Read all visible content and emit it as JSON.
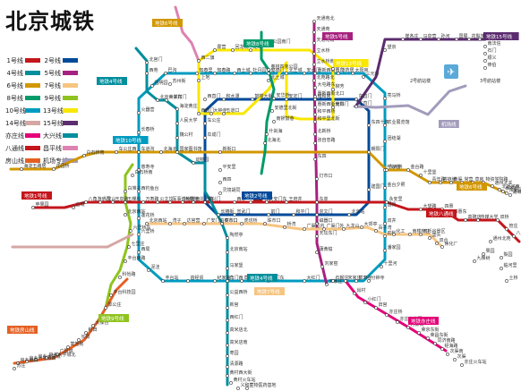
{
  "title": "北京城铁",
  "legend": [
    {
      "label": "1号线",
      "color": "#c4161c"
    },
    {
      "label": "2号线",
      "color": "#004a9a"
    },
    {
      "label": "4号线",
      "color": "#008e9c"
    },
    {
      "label": "5号线",
      "color": "#a6217f"
    },
    {
      "label": "6号线",
      "color": "#d29700"
    },
    {
      "label": "7号线",
      "color": "#f6c582"
    },
    {
      "label": "8号线",
      "color": "#009b6b"
    },
    {
      "label": "9号线",
      "color": "#8fc31f"
    },
    {
      "label": "10号线",
      "color": "#009bc0"
    },
    {
      "label": "13号线",
      "color": "#f9e700"
    },
    {
      "label": "14号线",
      "color": "#d4a7a3"
    },
    {
      "label": "15号线",
      "color": "#5b2c6f"
    },
    {
      "label": "亦庄线",
      "color": "#e40077"
    },
    {
      "label": "大兴线",
      "color": "#008e9c"
    },
    {
      "label": "八通线",
      "color": "#c4161c"
    },
    {
      "label": "昌平线",
      "color": "#de82b2"
    },
    {
      "label": "房山线",
      "color": "#e46022"
    },
    {
      "label": "机场专线",
      "color": "#a29bbb"
    }
  ],
  "line_tags": [
    {
      "id": "t1",
      "text": "地铁6号线",
      "color": "#d29700"
    },
    {
      "id": "t2",
      "text": "地铁8号线",
      "color": "#009b6b"
    },
    {
      "id": "t3",
      "text": "地铁5号线",
      "color": "#a6217f"
    },
    {
      "id": "t4",
      "text": "地铁13号线",
      "color": "#f9e700"
    },
    {
      "id": "t5",
      "text": "地铁15号线",
      "color": "#5b2c6f"
    },
    {
      "id": "t6",
      "text": "地铁4号线",
      "color": "#008e9c"
    },
    {
      "id": "t7",
      "text": "地铁10号线",
      "color": "#009bc0"
    },
    {
      "id": "t8",
      "text": "地铁6号线",
      "color": "#d29700"
    },
    {
      "id": "t9",
      "text": "地铁2号线",
      "color": "#004a9a"
    },
    {
      "id": "t10",
      "text": "地铁1号线",
      "color": "#c4161c"
    },
    {
      "id": "t11",
      "text": "地铁6号线",
      "color": "#d29700"
    },
    {
      "id": "t12",
      "text": "地铁八通线",
      "color": "#c4161c"
    },
    {
      "id": "t13",
      "text": "地铁9号线",
      "color": "#8fc31f"
    },
    {
      "id": "t14",
      "text": "地铁4号线",
      "color": "#008e9c"
    },
    {
      "id": "t15",
      "text": "地铁7号线",
      "color": "#f6c582"
    },
    {
      "id": "t16",
      "text": "地铁房山线",
      "color": "#e46022"
    },
    {
      "id": "t17",
      "text": "地铁亦庄线",
      "color": "#e40077"
    },
    {
      "id": "t18",
      "text": "机场线",
      "color": "#a29bbb"
    }
  ],
  "airport": {
    "t2": "2号航站楼",
    "t3": "3号航站楼"
  },
  "stations": [
    {
      "id": "s1",
      "name": "西直门"
    },
    {
      "id": "s2",
      "name": "积水潭"
    },
    {
      "id": "s3",
      "name": "鼓楼大街"
    },
    {
      "id": "s4",
      "name": "安定门"
    },
    {
      "id": "s5",
      "name": "雍和宫"
    },
    {
      "id": "s6",
      "name": "东直门"
    },
    {
      "id": "s7",
      "name": "东四十条"
    },
    {
      "id": "s8",
      "name": "朝阳门"
    },
    {
      "id": "s9",
      "name": "建国门"
    },
    {
      "id": "s10",
      "name": "北京站"
    },
    {
      "id": "s11",
      "name": "崇文门"
    },
    {
      "id": "s12",
      "name": "前门"
    },
    {
      "id": "s13",
      "name": "和平门"
    },
    {
      "id": "s14",
      "name": "宣武门"
    },
    {
      "id": "s15",
      "name": "长椿街"
    },
    {
      "id": "s16",
      "name": "复兴门"
    },
    {
      "id": "s17",
      "name": "阜成门"
    },
    {
      "id": "s18",
      "name": "车公庄"
    },
    {
      "id": "s19",
      "name": "西单"
    },
    {
      "id": "s20",
      "name": "天安门西"
    },
    {
      "id": "s21",
      "name": "天安门东"
    },
    {
      "id": "s22",
      "name": "王府井"
    },
    {
      "id": "s23",
      "name": "东单"
    },
    {
      "id": "s24",
      "name": "永安里"
    },
    {
      "id": "s25",
      "name": "国贸"
    },
    {
      "id": "s26",
      "name": "大望路"
    },
    {
      "id": "s27",
      "name": "四惠"
    },
    {
      "id": "s28",
      "name": "四惠东"
    },
    {
      "id": "s29",
      "name": "高碑店"
    },
    {
      "id": "s30",
      "name": "传媒大学"
    },
    {
      "id": "s31",
      "name": "双桥"
    },
    {
      "id": "s32",
      "name": "管庄"
    },
    {
      "id": "s33",
      "name": "八里桥"
    },
    {
      "id": "s34",
      "name": "通州北苑"
    },
    {
      "id": "s35",
      "name": "果园"
    },
    {
      "id": "s36",
      "name": "九棵树"
    },
    {
      "id": "s37",
      "name": "梨园"
    },
    {
      "id": "s38",
      "name": "临河里"
    },
    {
      "id": "s39",
      "name": "土桥"
    },
    {
      "id": "s40",
      "name": "南礼士路"
    },
    {
      "id": "s41",
      "name": "木樨地"
    },
    {
      "id": "s42",
      "name": "军事博物馆"
    },
    {
      "id": "s43",
      "name": "公主坟"
    },
    {
      "id": "s44",
      "name": "万寿路"
    },
    {
      "id": "s45",
      "name": "五棵松"
    },
    {
      "id": "s46",
      "name": "玉泉路"
    },
    {
      "id": "s47",
      "name": "八宝山"
    },
    {
      "id": "s48",
      "name": "八角游乐园"
    },
    {
      "id": "s49",
      "name": "古城"
    },
    {
      "id": "s50",
      "name": "苹果园"
    },
    {
      "id": "s51",
      "name": "西苑"
    },
    {
      "id": "s52",
      "name": "北宫门"
    },
    {
      "id": "s53",
      "name": "圆明园"
    },
    {
      "id": "s54",
      "name": "北京大学东门"
    },
    {
      "id": "s55",
      "name": "中关村"
    },
    {
      "id": "s56",
      "name": "海淀黄庄"
    },
    {
      "id": "s57",
      "name": "人民大学"
    },
    {
      "id": "s58",
      "name": "魏公村"
    },
    {
      "id": "s59",
      "name": "国家图书馆"
    },
    {
      "id": "s60",
      "name": "动物园"
    },
    {
      "id": "s61",
      "name": "新街口"
    },
    {
      "id": "s62",
      "name": "平安里"
    },
    {
      "id": "s63",
      "name": "西四"
    },
    {
      "id": "s64",
      "name": "灵境胡同"
    },
    {
      "id": "s65",
      "name": "菜市口"
    },
    {
      "id": "s66",
      "name": "陶然亭"
    },
    {
      "id": "s67",
      "name": "北京南站"
    },
    {
      "id": "s68",
      "name": "马家堡"
    },
    {
      "id": "s69",
      "name": "角门西"
    },
    {
      "id": "s70",
      "name": "公益西桥"
    },
    {
      "id": "s71",
      "name": "新宫"
    },
    {
      "id": "s72",
      "name": "西红门"
    },
    {
      "id": "s73",
      "name": "高米店北"
    },
    {
      "id": "s74",
      "name": "高米店南"
    },
    {
      "id": "s75",
      "name": "枣园"
    },
    {
      "id": "s76",
      "name": "清源路"
    },
    {
      "id": "s77",
      "name": "黄村西大街"
    },
    {
      "id": "s78",
      "name": "黄村火车站"
    },
    {
      "id": "s79",
      "name": "义和庄"
    },
    {
      "id": "s80",
      "name": "生物医药基地"
    },
    {
      "id": "s81",
      "name": "天通苑北"
    },
    {
      "id": "s82",
      "name": "天通苑"
    },
    {
      "id": "s83",
      "name": "天通苑南"
    },
    {
      "id": "s84",
      "name": "立水桥"
    },
    {
      "id": "s85",
      "name": "立水桥南"
    },
    {
      "id": "s86",
      "name": "北苑路北"
    },
    {
      "id": "s87",
      "name": "大屯路东"
    },
    {
      "id": "s88",
      "name": "惠新西街北口"
    },
    {
      "id": "s89",
      "name": "惠新西街南口"
    },
    {
      "id": "s90",
      "name": "和平西桥"
    },
    {
      "id": "s91",
      "name": "和平里北街"
    },
    {
      "id": "s92",
      "name": "北新桥"
    },
    {
      "id": "s93",
      "name": "张自忠路"
    },
    {
      "id": "s94",
      "name": "东四"
    },
    {
      "id": "s95",
      "name": "灯市口"
    },
    {
      "id": "s96",
      "name": "磁器口"
    },
    {
      "id": "s97",
      "name": "天坛东门"
    },
    {
      "id": "s98",
      "name": "蒲黄榆"
    },
    {
      "id": "s99",
      "name": "刘家窑"
    },
    {
      "id": "s100",
      "name": "宋家庄"
    },
    {
      "id": "s101",
      "name": "巴沟"
    },
    {
      "id": "s102",
      "name": "苏州街"
    },
    {
      "id": "s103",
      "name": "知春里"
    },
    {
      "id": "s104",
      "name": "知春路"
    },
    {
      "id": "s105",
      "name": "西土城"
    },
    {
      "id": "s106",
      "name": "牡丹园"
    },
    {
      "id": "s107",
      "name": "健德门"
    },
    {
      "id": "s108",
      "name": "北土城"
    },
    {
      "id": "s109",
      "name": "安贞门"
    },
    {
      "id": "s110",
      "name": "惠新西街南口"
    },
    {
      "id": "s111",
      "name": "芍药居"
    },
    {
      "id": "s112",
      "name": "太阳宫"
    },
    {
      "id": "s113",
      "name": "三元桥"
    },
    {
      "id": "s114",
      "name": "亮马桥"
    },
    {
      "id": "s115",
      "name": "农业展览馆"
    },
    {
      "id": "s116",
      "name": "团结湖"
    },
    {
      "id": "s117",
      "name": "呼家楼"
    },
    {
      "id": "s118",
      "name": "金台夕照"
    },
    {
      "id": "s119",
      "name": "双井"
    },
    {
      "id": "s120",
      "name": "劲松"
    },
    {
      "id": "s121",
      "name": "潘家园"
    },
    {
      "id": "s122",
      "name": "十里河"
    },
    {
      "id": "s123",
      "name": "分钟寺"
    },
    {
      "id": "s124",
      "name": "成寿寺"
    },
    {
      "id": "s125",
      "name": "石榴庄"
    },
    {
      "id": "s126",
      "name": "大红门"
    },
    {
      "id": "s127",
      "name": "角门东"
    },
    {
      "id": "s128",
      "name": "草桥"
    },
    {
      "id": "s129",
      "name": "纪家庙"
    },
    {
      "id": "s130",
      "name": "首经贸"
    },
    {
      "id": "s131",
      "name": "丰台站"
    },
    {
      "id": "s132",
      "name": "泥洼"
    },
    {
      "id": "s133",
      "name": "西局"
    },
    {
      "id": "s134",
      "name": "六里桥"
    },
    {
      "id": "s135",
      "name": "莲花桥"
    },
    {
      "id": "s136",
      "name": "西钓鱼台"
    },
    {
      "id": "s137",
      "name": "慈寿寺"
    },
    {
      "id": "s138",
      "name": "车道沟"
    },
    {
      "id": "s139",
      "name": "长春桥"
    },
    {
      "id": "s140",
      "name": "火器营"
    },
    {
      "id": "s141",
      "name": "西二旗"
    },
    {
      "id": "s142",
      "name": "上地"
    },
    {
      "id": "s143",
      "name": "五道口"
    },
    {
      "id": "s144",
      "name": "大钟寺"
    },
    {
      "id": "s145",
      "name": "霍营"
    },
    {
      "id": "s146",
      "name": "回龙观"
    },
    {
      "id": "s147",
      "name": "龙泽"
    },
    {
      "id": "s148",
      "name": "望京西"
    },
    {
      "id": "s149",
      "name": "柳芳"
    },
    {
      "id": "s150",
      "name": "光熙门"
    },
    {
      "id": "s151",
      "name": "西直门"
    },
    {
      "id": "s152",
      "name": "南锣鼓巷"
    },
    {
      "id": "s153",
      "name": "什刹海"
    },
    {
      "id": "s154",
      "name": "北海北"
    },
    {
      "id": "s155",
      "name": "奥林匹克公园"
    },
    {
      "id": "s156",
      "name": "森林公园南门"
    },
    {
      "id": "s157",
      "name": "北土城"
    },
    {
      "id": "s158",
      "name": "安华桥"
    },
    {
      "id": "s159",
      "name": "安德里北街"
    },
    {
      "id": "s160",
      "name": "望京"
    },
    {
      "id": "s161",
      "name": "崔各庄"
    },
    {
      "id": "s162",
      "name": "马泉营"
    },
    {
      "id": "s163",
      "name": "孙河"
    },
    {
      "id": "s164",
      "name": "国展"
    },
    {
      "id": "s165",
      "name": "花梨坎"
    },
    {
      "id": "s166",
      "name": "后沙峪"
    },
    {
      "id": "s167",
      "name": "南法信"
    },
    {
      "id": "s168",
      "name": "石门"
    },
    {
      "id": "s169",
      "name": "顺义"
    },
    {
      "id": "s170",
      "name": "俸伯"
    },
    {
      "id": "s171",
      "name": "东直门"
    },
    {
      "id": "s172",
      "name": "郭公庄"
    },
    {
      "id": "s173",
      "name": "丰台科技园"
    },
    {
      "id": "s174",
      "name": "科怡路"
    },
    {
      "id": "s175",
      "name": "丰台南路"
    },
    {
      "id": "s176",
      "name": "七里庄"
    },
    {
      "id": "s177",
      "name": "六里桥东"
    },
    {
      "id": "s178",
      "name": "北京西站"
    },
    {
      "id": "s179",
      "name": "白堆子"
    },
    {
      "id": "s180",
      "name": "白石桥南"
    },
    {
      "id": "s181",
      "name": "大葆台"
    },
    {
      "id": "s182",
      "name": "稻田"
    },
    {
      "id": "s183",
      "name": "长阳"
    },
    {
      "id": "s184",
      "name": "篱笆房"
    },
    {
      "id": "s185",
      "name": "广阳城"
    },
    {
      "id": "s186",
      "name": "良乡大学城北"
    },
    {
      "id": "s187",
      "name": "良乡大学城"
    },
    {
      "id": "s188",
      "name": "良乡大学城西"
    },
    {
      "id": "s189",
      "name": "良乡南关"
    },
    {
      "id": "s190",
      "name": "苏庄"
    },
    {
      "id": "s191",
      "name": "宋家庄"
    },
    {
      "id": "s192",
      "name": "肖村"
    },
    {
      "id": "s193",
      "name": "小红门"
    },
    {
      "id": "s194",
      "name": "旧宫"
    },
    {
      "id": "s195",
      "name": "亦庄桥"
    },
    {
      "id": "s196",
      "name": "亦庄文化园"
    },
    {
      "id": "s197",
      "name": "万源街"
    },
    {
      "id": "s198",
      "name": "荣京东街"
    },
    {
      "id": "s199",
      "name": "荣昌东街"
    },
    {
      "id": "s200",
      "name": "同济南路"
    },
    {
      "id": "s201",
      "name": "经海路"
    },
    {
      "id": "s202",
      "name": "次渠南"
    },
    {
      "id": "s203",
      "name": "次渠"
    },
    {
      "id": "s204",
      "name": "亦庄火车站"
    },
    {
      "id": "s205",
      "name": "北京西站"
    },
    {
      "id": "s206",
      "name": "湾子"
    },
    {
      "id": "s207",
      "name": "达官营"
    },
    {
      "id": "s208",
      "name": "广安门内"
    },
    {
      "id": "s209",
      "name": "菜市口"
    },
    {
      "id": "s210",
      "name": "虎坊桥"
    },
    {
      "id": "s211",
      "name": "珠市口"
    },
    {
      "id": "s212",
      "name": "桥湾"
    },
    {
      "id": "s213",
      "name": "广渠门内"
    },
    {
      "id": "s214",
      "name": "广渠门外"
    },
    {
      "id": "s215",
      "name": "九龙山"
    },
    {
      "id": "s216",
      "name": "大郊亭"
    },
    {
      "id": "s217",
      "name": "百子湾"
    },
    {
      "id": "s218",
      "name": "化工"
    },
    {
      "id": "s219",
      "name": "南楼梓庄"
    },
    {
      "id": "s220",
      "name": "欢乐谷景区"
    },
    {
      "id": "s221",
      "name": "垡头"
    },
    {
      "id": "s222",
      "name": "双合"
    },
    {
      "id": "s223",
      "name": "焦化厂"
    },
    {
      "id": "s224",
      "name": "海淀五路居"
    },
    {
      "id": "s225",
      "name": "花园桥"
    },
    {
      "id": "s226",
      "name": "白石桥南"
    },
    {
      "id": "s227",
      "name": "车公庄西"
    },
    {
      "id": "s228",
      "name": "北海北"
    },
    {
      "id": "s229",
      "name": "东大桥"
    },
    {
      "id": "s230",
      "name": "金台路"
    },
    {
      "id": "s231",
      "name": "十里堡"
    },
    {
      "id": "s232",
      "name": "青年路"
    },
    {
      "id": "s233",
      "name": "褡裢坡"
    },
    {
      "id": "s234",
      "name": "黄渠"
    },
    {
      "id": "s235",
      "name": "常营"
    },
    {
      "id": "s236",
      "name": "草房"
    },
    {
      "id": "s237",
      "name": "物资学院路"
    },
    {
      "id": "s238",
      "name": "通州北关"
    },
    {
      "id": "s239",
      "name": "北运河西"
    },
    {
      "id": "s240",
      "name": "郝家府"
    },
    {
      "id": "s241",
      "name": "东夏园"
    },
    {
      "id": "s242",
      "name": "潞城"
    }
  ]
}
